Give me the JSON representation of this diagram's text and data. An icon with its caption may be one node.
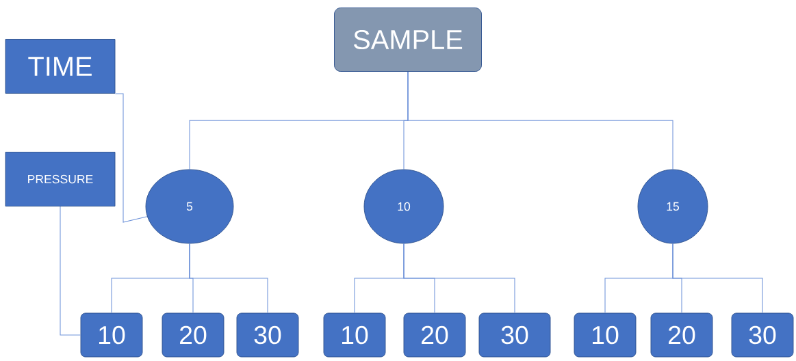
{
  "diagram": {
    "nodes": [
      {
        "text": [
          "SAMPLE"
        ]
      },
      {
        "text": [
          "TIME"
        ]
      },
      {
        "text": [
          "PRESSURE"
        ]
      },
      {
        "text": [
          "5"
        ]
      },
      {
        "text": [
          "10"
        ]
      },
      {
        "text": [
          "15"
        ]
      },
      {
        "text": [
          "10"
        ]
      },
      {
        "text": [
          "20"
        ]
      },
      {
        "text": [
          "30"
        ]
      },
      {
        "text": [
          "10"
        ]
      },
      {
        "text": [
          "20"
        ]
      },
      {
        "text": [
          "30"
        ]
      },
      {
        "text": [
          "10"
        ]
      },
      {
        "text": [
          "20"
        ]
      },
      {
        "text": [
          "30"
        ]
      }
    ],
    "edges": [
      {
        "from": 0,
        "to": 3,
        "arrow": "none"
      },
      {
        "from": 0,
        "to": 4,
        "arrow": "none"
      },
      {
        "from": 0,
        "to": 5,
        "arrow": "none"
      },
      {
        "from": 3,
        "to": 6,
        "arrow": "none"
      },
      {
        "from": 3,
        "to": 7,
        "arrow": "none"
      },
      {
        "from": 3,
        "to": 8,
        "arrow": "none"
      },
      {
        "from": 4,
        "to": 9,
        "arrow": "none"
      },
      {
        "from": 4,
        "to": 10,
        "arrow": "none"
      },
      {
        "from": 4,
        "to": 11,
        "arrow": "none"
      },
      {
        "from": 5,
        "to": 12,
        "arrow": "none"
      },
      {
        "from": 5,
        "to": 13,
        "arrow": "none"
      },
      {
        "from": 5,
        "to": 14,
        "arrow": "none"
      },
      {
        "from": 1,
        "to": 3,
        "arrow": "none"
      },
      {
        "from": 2,
        "to": 6,
        "arrow": "none"
      }
    ]
  }
}
